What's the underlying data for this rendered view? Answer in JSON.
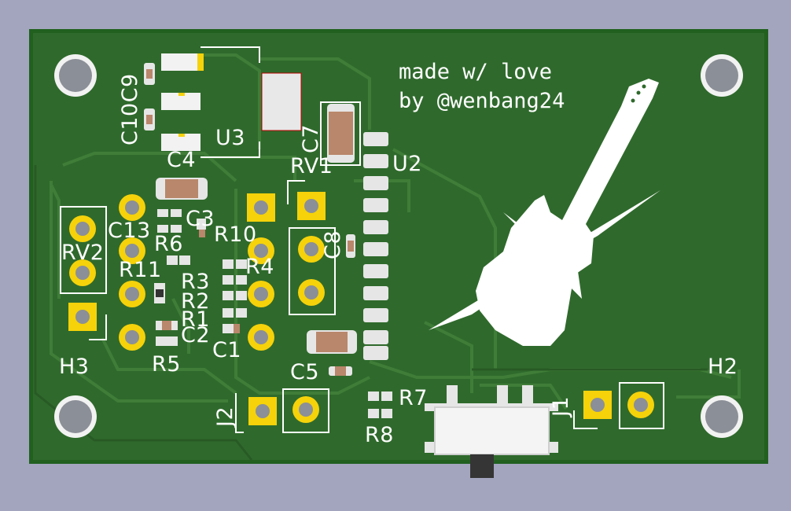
{
  "board": {
    "colors": {
      "background": "#a3a5bf",
      "board_edge": "#21601f",
      "board_fill": "#2f6a2c",
      "copper_pour": "#336f2f",
      "trace": "#3e7e37",
      "silkscreen": "#ffffff",
      "pad_gold": "#f5d20a",
      "pad_hole": "#8b8f97",
      "smd_pad": "#e6e6e6",
      "capacitor_body": "#b9876b"
    },
    "credit": {
      "line1": "made w/ love",
      "line2": "by @wenbang24"
    },
    "logo": "electric-guitar-icon",
    "labels": {
      "c10c9": "C10C9",
      "u3": "U3",
      "c4": "C4",
      "c7": "C7",
      "rv1": "RV1",
      "u2": "U2",
      "c3": "C3",
      "r10": "R10",
      "c13": "C13",
      "r6": "R6",
      "rv2": "RV2",
      "r11": "R11",
      "r4": "R4",
      "r3": "R3",
      "r2": "R2",
      "r1": "R1",
      "c2": "C2",
      "c8": "C8",
      "c1": "C1",
      "r5": "R5",
      "c5": "C5",
      "h3": "H3",
      "h2": "H2",
      "j2": "J2",
      "r7": "R7",
      "r8": "R8",
      "j1": "J1"
    }
  }
}
